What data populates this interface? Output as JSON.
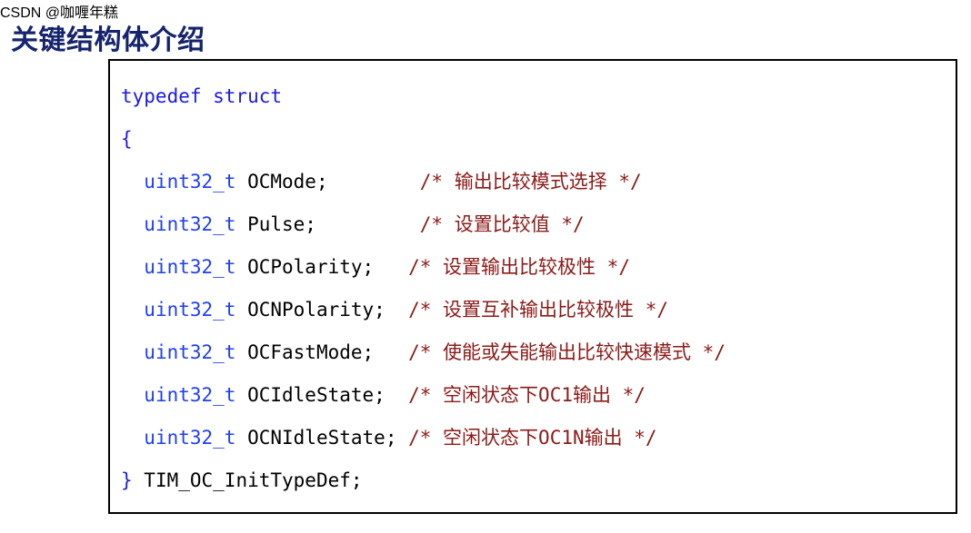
{
  "page": {
    "title": "关键结构体介绍",
    "title_color": "#16246d",
    "background": "#ffffff"
  },
  "code_box": {
    "border_color": "#000000",
    "background": "#ffffff",
    "language": "c",
    "colors": {
      "keyword": "#1a1ae6",
      "type": "#1f3ff0",
      "identifier": "#000000",
      "comment": "#8b1a17"
    },
    "lines": [
      {
        "indent": "",
        "keyword": "typedef struct",
        "type": "",
        "identifier": "",
        "comment": ""
      },
      {
        "indent": "",
        "keyword": "{",
        "type": "",
        "identifier": "",
        "comment": ""
      },
      {
        "indent": "  ",
        "keyword": "",
        "type": "uint32_t",
        "identifier": " OCMode;",
        "pad": "        ",
        "comment": "/* 输出比较模式选择 */"
      },
      {
        "indent": "  ",
        "keyword": "",
        "type": "uint32_t",
        "identifier": " Pulse;",
        "pad": "         ",
        "comment": "/* 设置比较值 */"
      },
      {
        "indent": "  ",
        "keyword": "",
        "type": "uint32_t",
        "identifier": " OCPolarity;",
        "pad": "   ",
        "comment": "/* 设置输出比较极性 */"
      },
      {
        "indent": "  ",
        "keyword": "",
        "type": "uint32_t",
        "identifier": " OCNPolarity;",
        "pad": "  ",
        "comment": "/* 设置互补输出比较极性 */"
      },
      {
        "indent": "  ",
        "keyword": "",
        "type": "uint32_t",
        "identifier": " OCFastMode;",
        "pad": "   ",
        "comment": "/* 使能或失能输出比较快速模式 */"
      },
      {
        "indent": "  ",
        "keyword": "",
        "type": "uint32_t",
        "identifier": " OCIdleState;",
        "pad": "  ",
        "comment": "/* 空闲状态下OC1输出 */"
      },
      {
        "indent": "  ",
        "keyword": "",
        "type": "uint32_t",
        "identifier": " OCNIdleState;",
        "pad": " ",
        "comment": "/* 空闲状态下OC1N输出 */"
      },
      {
        "indent": "",
        "keyword": "}",
        "type": "",
        "identifier": " TIM_OC_InitTypeDef;",
        "pad": "",
        "comment": ""
      }
    ],
    "struct_name": "TIM_OC_InitTypeDef",
    "fields": [
      {
        "type": "uint32_t",
        "name": "OCMode",
        "description": "输出比较模式选择"
      },
      {
        "type": "uint32_t",
        "name": "Pulse",
        "description": "设置比较值"
      },
      {
        "type": "uint32_t",
        "name": "OCPolarity",
        "description": "设置输出比较极性"
      },
      {
        "type": "uint32_t",
        "name": "OCNPolarity",
        "description": "设置互补输出比较极性"
      },
      {
        "type": "uint32_t",
        "name": "OCFastMode",
        "description": "使能或失能输出比较快速模式"
      },
      {
        "type": "uint32_t",
        "name": "OCIdleState",
        "description": "空闲状态下OC1输出"
      },
      {
        "type": "uint32_t",
        "name": "OCNIdleState",
        "description": "空闲状态下OC1N输出"
      }
    ]
  },
  "watermark": {
    "text": "CSDN @咖喱年糕",
    "color": "#c9c9c9"
  }
}
